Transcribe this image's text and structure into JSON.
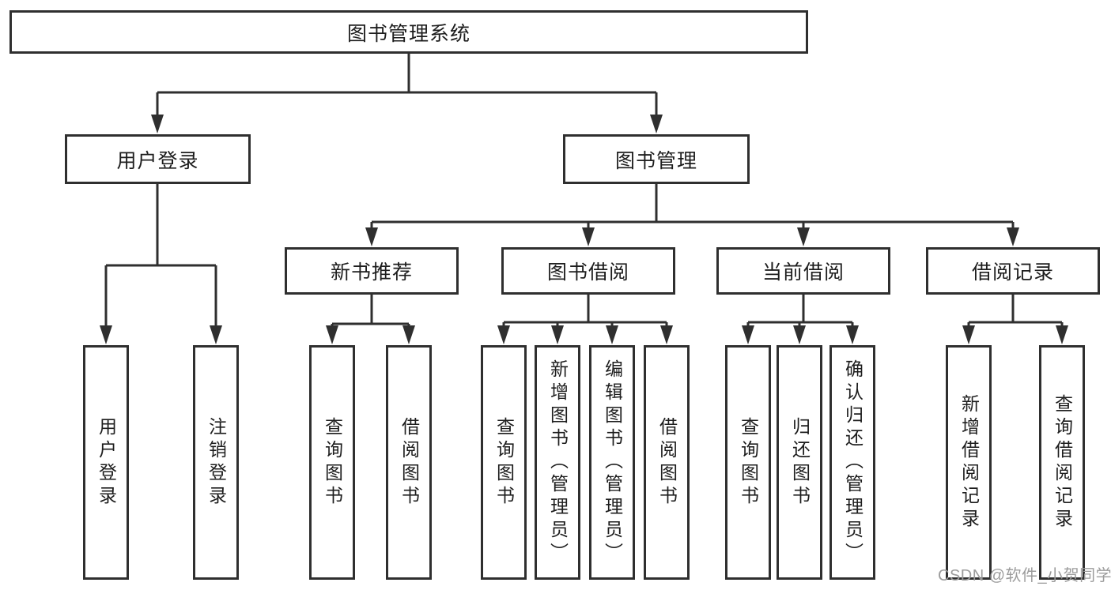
{
  "colors": {
    "line": "#2f2f2f",
    "box_border": "#2f2f2f",
    "text": "#1d1d1d",
    "background": "#ffffff",
    "watermark": "#9c9c9c"
  },
  "watermark": "CSDN @软件_小贺同学",
  "tree": {
    "root": "图书管理系统",
    "nodes": [
      {
        "label": "用户登录",
        "leaves": [
          "用户登录",
          "注销登录"
        ]
      },
      {
        "label": "图书管理",
        "groups": [
          {
            "label": "新书推荐",
            "leaves": [
              "查询图书",
              "借阅图书"
            ]
          },
          {
            "label": "图书借阅",
            "leaves": [
              "查询图书",
              "新增图书（管理员）",
              "编辑图书（管理员）",
              "借阅图书"
            ]
          },
          {
            "label": "当前借阅",
            "leaves": [
              "查询图书",
              "归还图书",
              "确认归还（管理员）"
            ]
          },
          {
            "label": "借阅记录",
            "leaves": [
              "新增借阅记录",
              "查询借阅记录"
            ]
          }
        ]
      }
    ]
  }
}
